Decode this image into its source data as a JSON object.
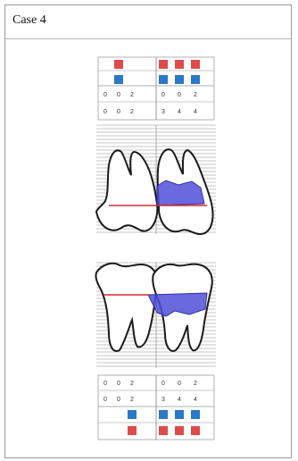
{
  "case_title": "Case 4",
  "colors": {
    "grid": "#b0b0b0",
    "outline": "#1a1a1a",
    "red_marker": "#e04a4a",
    "blue_marker": "#2a78c8",
    "bone_line": "#d62b2b",
    "defect_fill": "#5050d8"
  },
  "upper_chart": {
    "marker_rows": [
      {
        "color": "red",
        "left": [
          false,
          true,
          false
        ],
        "right": [
          true,
          true,
          true
        ]
      },
      {
        "color": "blue",
        "left": [
          false,
          true,
          false
        ],
        "right": [
          true,
          true,
          true
        ]
      }
    ],
    "number_rows": [
      {
        "left": [
          "0",
          "0",
          "2"
        ],
        "right": [
          "0",
          "0",
          "2"
        ]
      },
      {
        "left": [
          "0",
          "0",
          "2"
        ],
        "right": [
          "3",
          "4",
          "4"
        ]
      }
    ]
  },
  "lower_chart": {
    "number_rows": [
      {
        "left": [
          "0",
          "0",
          "2"
        ],
        "right": [
          "0",
          "0",
          "2"
        ]
      },
      {
        "left": [
          "0",
          "0",
          "2"
        ],
        "right": [
          "3",
          "4",
          "4"
        ]
      }
    ],
    "marker_rows": [
      {
        "color": "blue",
        "left": [
          false,
          false,
          true
        ],
        "right": [
          true,
          true,
          true
        ]
      },
      {
        "color": "red",
        "left": [
          false,
          false,
          true
        ],
        "right": [
          true,
          true,
          true
        ]
      }
    ]
  }
}
